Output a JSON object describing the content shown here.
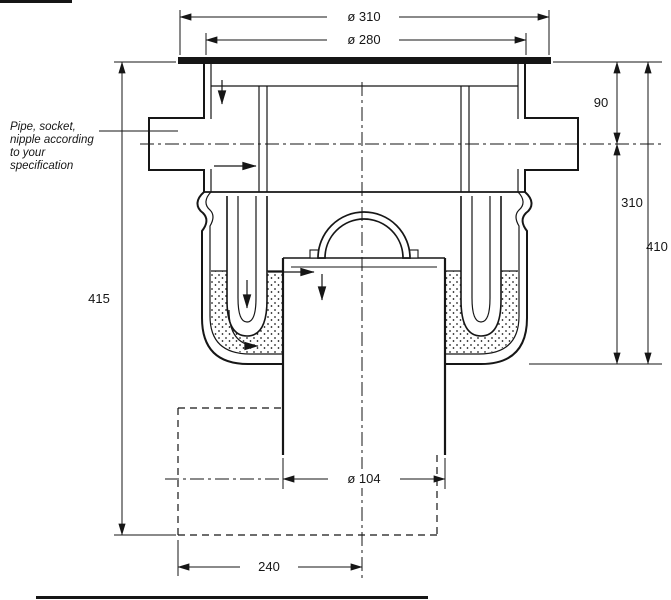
{
  "colors": {
    "ink": "#161616",
    "paper": "#ffffff"
  },
  "annotation": {
    "line1": "Pipe, socket,",
    "line2": "nipple according",
    "line3": "to your",
    "line4": "specification"
  },
  "dimensions": {
    "top_outer_diameter": "ø 310",
    "top_inner_diameter": "ø 280",
    "flange_to_inlet_axis": "90",
    "inlet_axis_to_base": "310",
    "overall_body_height": "410",
    "overall_height": "415",
    "outlet_diameter": "ø 104",
    "outlet_offset": "240"
  }
}
